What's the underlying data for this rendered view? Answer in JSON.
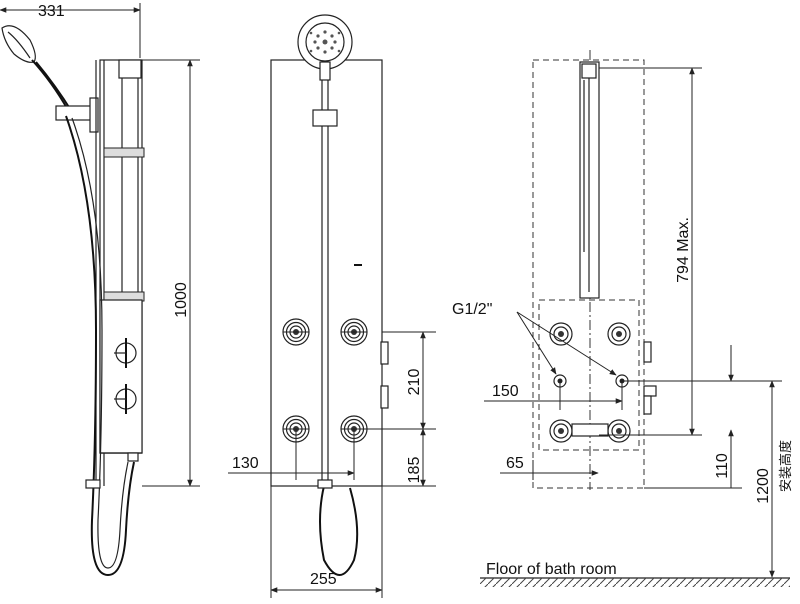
{
  "dimensions": {
    "side_depth": "331",
    "height_total": "1000",
    "front_width": "255",
    "jet_spacing_h": "130",
    "jet_spacing_v": "210",
    "bottom_jet_height": "185",
    "slide_bar_max": "794 Max.",
    "inlet_spacing": "150",
    "inlet_offset": "65",
    "inlet_height": "110",
    "install_height": "1200"
  },
  "labels": {
    "thread": "G1/2\"",
    "floor": "Floor of bath room",
    "install_height_cn": "安装高度"
  }
}
